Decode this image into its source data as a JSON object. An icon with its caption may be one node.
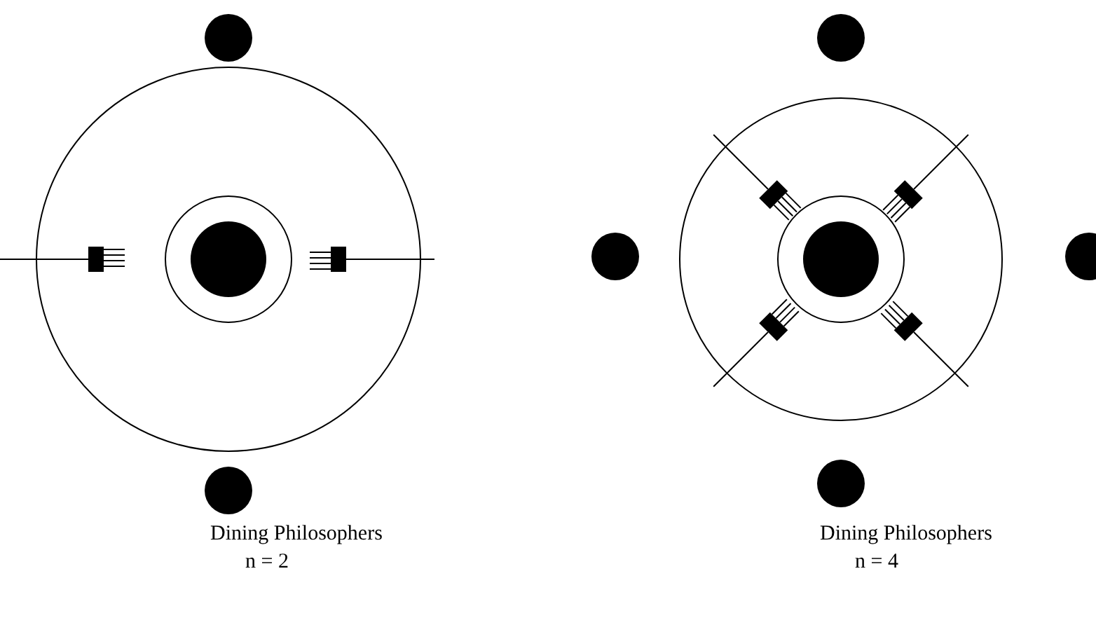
{
  "diagram": {
    "labels": [
      "Dining Philosophers",
      "n = 2",
      "Dining Philosophers",
      "n = 4"
    ]
  }
}
